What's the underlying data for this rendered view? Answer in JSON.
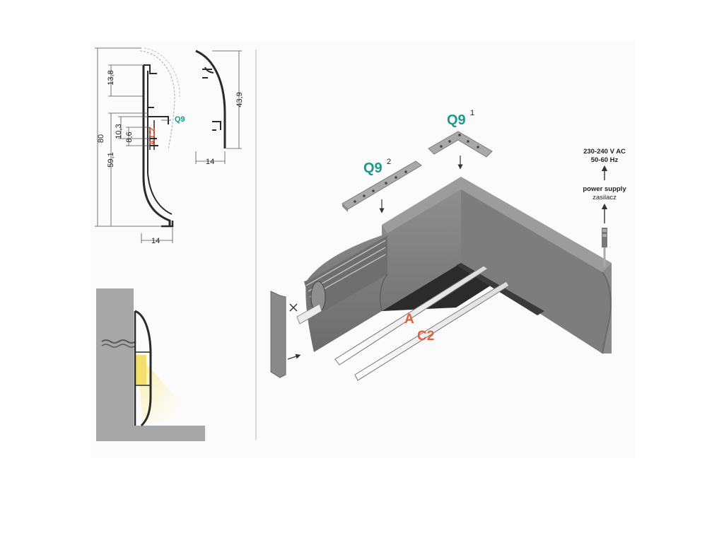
{
  "colors": {
    "teal": "#1a9a8a",
    "orange": "#e2603e",
    "profile": "#2a2a2a",
    "wall": "#a7a7a7",
    "light": "#f3e48a"
  },
  "section": {
    "dimensions": {
      "d80": "80",
      "d59_1": "59,1",
      "d13_8": "13,8",
      "d10_3": "10,3",
      "d8_6": "8,6",
      "d14_a": "14",
      "d43_9": "43,9",
      "d14_b": "14"
    },
    "labels": {
      "q9": "Q9",
      "a_c2": "A C2"
    }
  },
  "exploded": {
    "q9_1": {
      "text": "Q9",
      "sup": "1"
    },
    "q9_2": {
      "text": "Q9",
      "sup": "2"
    },
    "label_a": "A",
    "label_c2": "C2",
    "power": {
      "voltage": "230-240 V AC",
      "frequency": "50-60 Hz",
      "label_en": "power supply",
      "label_pl": "zasilacz"
    }
  }
}
